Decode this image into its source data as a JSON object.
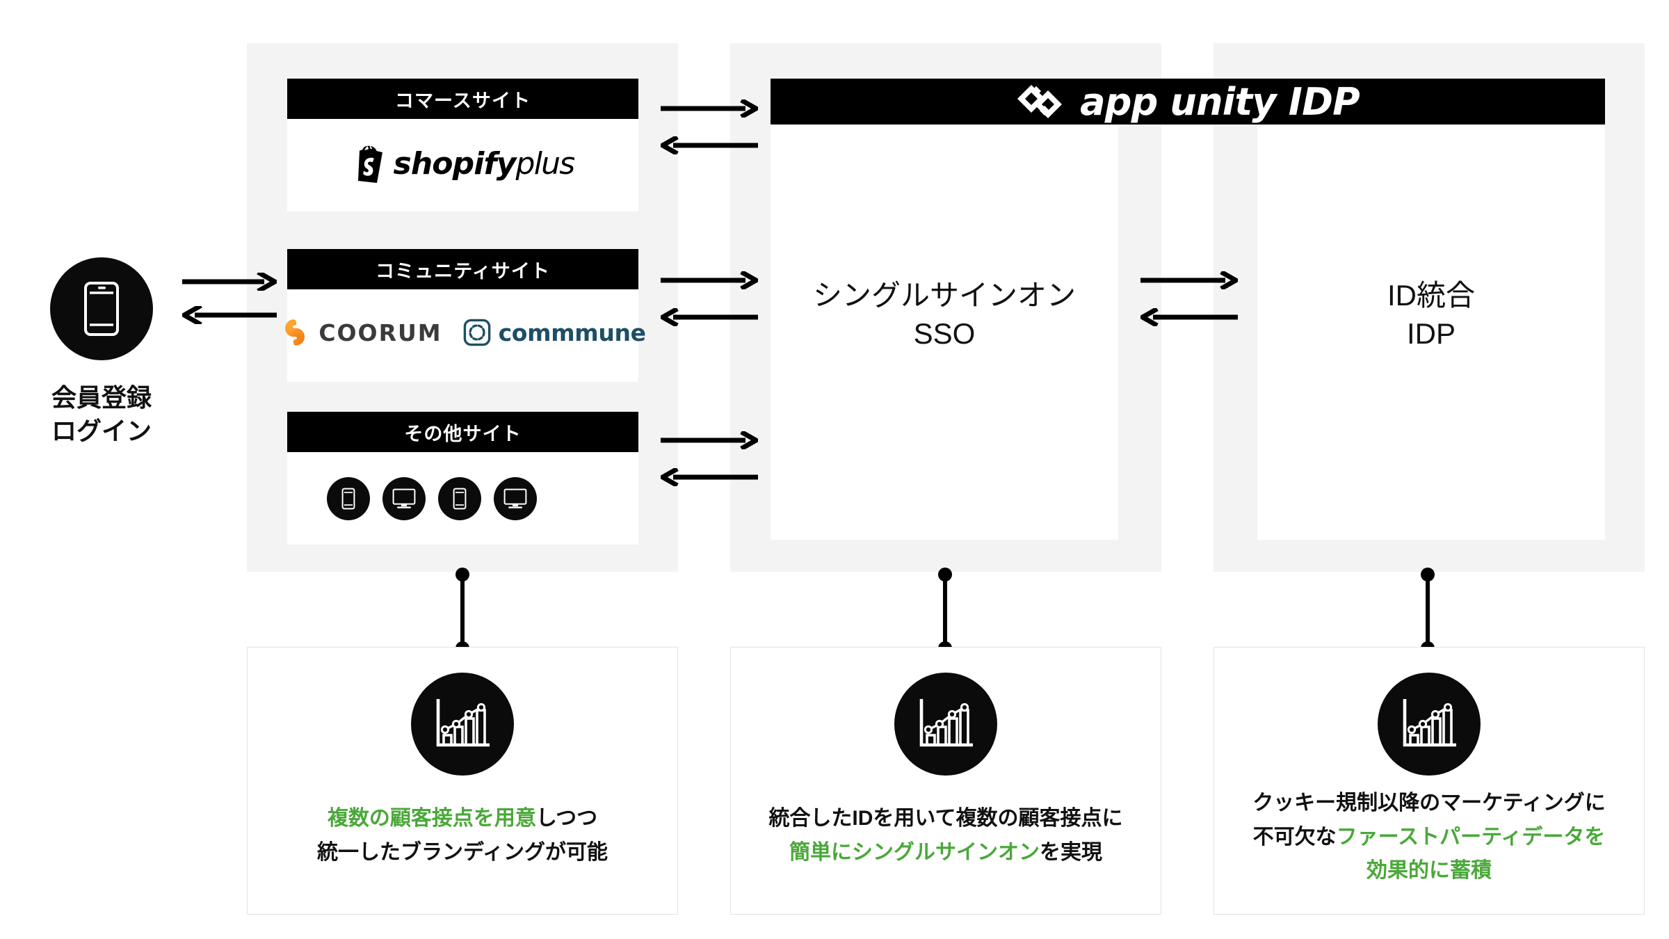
{
  "entry": {
    "icon": "smartphone-icon",
    "label": "会員登録\nログイン"
  },
  "left_panel": {
    "cards": [
      {
        "title": "コマースサイト",
        "logos": [
          {
            "name": "shopify-plus-logo",
            "primary": "shopify",
            "secondary": "plus"
          }
        ]
      },
      {
        "title": "コミュニティサイト",
        "logos": [
          {
            "name": "coorum-logo",
            "primary": "COORUM",
            "color": "#F5821F"
          },
          {
            "name": "commmune-logo",
            "primary": "commmune",
            "color": "#1D4E66"
          }
        ]
      },
      {
        "title": "その他サイト",
        "devices": [
          "smartphone-icon",
          "monitor-icon",
          "smartphone-icon",
          "monitor-icon"
        ]
      }
    ]
  },
  "header": {
    "brand": "app unity IDP",
    "logo_icon": "appunity-diamond-logo"
  },
  "center_panel": {
    "label": "シングルサインオン\nSSO"
  },
  "right_panel": {
    "label": "ID統合\nIDP"
  },
  "bottom_cards": [
    {
      "icon": "growth-chart-icon",
      "lines": [
        [
          {
            "t": "複数の顧客接点を用意",
            "c": "green"
          },
          {
            "t": "しつつ",
            "c": "black"
          }
        ],
        [
          {
            "t": "統一したブランディングが可能",
            "c": "black"
          }
        ]
      ]
    },
    {
      "icon": "growth-chart-icon",
      "lines": [
        [
          {
            "t": "統合したIDを用いて複数の顧客接点に",
            "c": "black"
          }
        ],
        [
          {
            "t": "簡単にシングルサインオン",
            "c": "green"
          },
          {
            "t": "を実現",
            "c": "black"
          }
        ]
      ]
    },
    {
      "icon": "growth-chart-icon",
      "lines": [
        [
          {
            "t": "クッキー規制以降のマーケティングに",
            "c": "black"
          }
        ],
        [
          {
            "t": "不可欠な",
            "c": "black"
          },
          {
            "t": "ファーストパーティデータを",
            "c": "green"
          }
        ],
        [
          {
            "t": "効果的に蓄積",
            "c": "green"
          }
        ]
      ]
    }
  ],
  "colors": {
    "accent_green": "#4AA83A",
    "panel_gray": "#F3F3F3",
    "black": "#000000",
    "coorum_orange": "#F5821F",
    "commmune_blue": "#1D4E66"
  },
  "arrows": {
    "count": 8,
    "directions": [
      "right",
      "left",
      "right",
      "left",
      "right",
      "left",
      "right",
      "left",
      "right",
      "left"
    ]
  }
}
